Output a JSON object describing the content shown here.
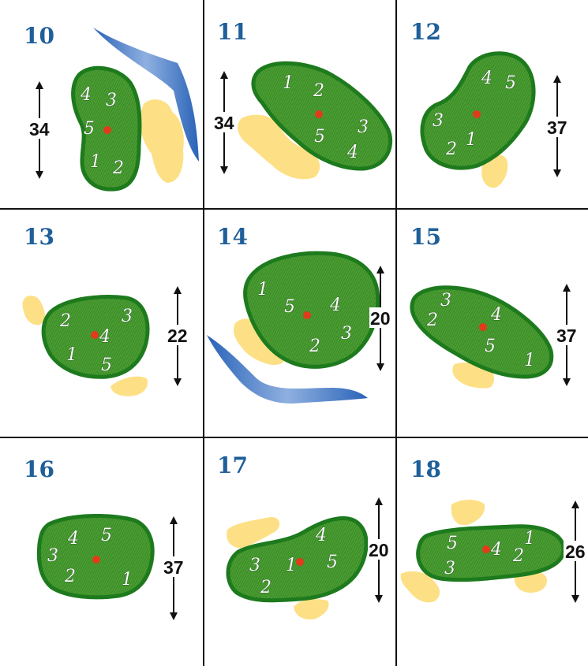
{
  "holes": [
    {
      "number": "10",
      "depth": "34",
      "positions": [
        "1",
        "2",
        "3",
        "4",
        "5"
      ]
    },
    {
      "number": "11",
      "depth": "34",
      "positions": [
        "1",
        "2",
        "3",
        "4",
        "5"
      ]
    },
    {
      "number": "12",
      "depth": "37",
      "positions": [
        "1",
        "2",
        "3",
        "4",
        "5"
      ]
    },
    {
      "number": "13",
      "depth": "22",
      "positions": [
        "1",
        "2",
        "3",
        "4",
        "5"
      ]
    },
    {
      "number": "14",
      "depth": "20",
      "positions": [
        "1",
        "2",
        "3",
        "4",
        "5"
      ]
    },
    {
      "number": "15",
      "depth": "37",
      "positions": [
        "1",
        "2",
        "3",
        "4",
        "5"
      ]
    },
    {
      "number": "16",
      "depth": "37",
      "positions": [
        "1",
        "2",
        "3",
        "4",
        "5"
      ]
    },
    {
      "number": "17",
      "depth": "20",
      "positions": [
        "1",
        "2",
        "3",
        "4",
        "5"
      ]
    },
    {
      "number": "18",
      "depth": "26",
      "positions": [
        "1",
        "2",
        "3",
        "4",
        "5"
      ]
    }
  ],
  "colors": {
    "green_fill": "#3f8f2a",
    "green_edge": "#1d7a1d",
    "bunker": "#fde085",
    "water": "#2f6fc0",
    "hole_number": "#1f5f9a",
    "pin": "#e23b1a",
    "grid_line": "#111111"
  }
}
